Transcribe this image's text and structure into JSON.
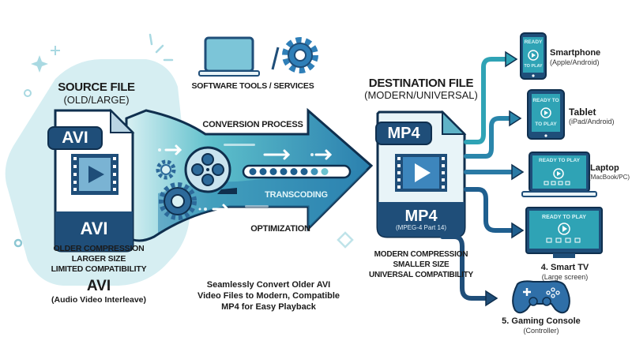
{
  "source": {
    "heading": "SOURCE FILE",
    "subheading": "(OLD/LARGE)",
    "badge_label": "AVI",
    "bottom_label": "AVI",
    "properties": [
      "OLDER COMPRESSION",
      "LARGER SIZE",
      "LIMITED COMPATIBILITY"
    ],
    "format_name": "AVI",
    "format_full": "(Audio Video Interleave)"
  },
  "tools": {
    "label": "SOFTWARE TOOLS / SERVICES",
    "separator": "/",
    "icons": [
      "laptop-icon",
      "gear-icon"
    ]
  },
  "process": {
    "title": "CONVERSION PROCESS",
    "step_transcoding": "TRANSCODING",
    "step_optimization": "OPTIMIZATION",
    "progress_dots_filled": 7,
    "progress_dots_total": 8
  },
  "tagline": {
    "line1": "Seamlessly Convert Older AVI",
    "line2": "Video Files to Modern, Compatible",
    "line3": "MP4 for Easy Playback"
  },
  "destination": {
    "heading": "DESTINATION FILE",
    "subheading": "(MODERN/UNIVERSAL)",
    "badge_label": "MP4",
    "bottom_label": "MP4",
    "bottom_sub": "(MPEG-4 Part 14)",
    "properties": [
      "MODERN COMPRESSION",
      "SMALLER SIZE",
      "UNIVERSAL COMPATIBILITY"
    ]
  },
  "devices": [
    {
      "name": "Smartphone",
      "sub": "(Apple/Android)",
      "screen_top": "READY",
      "screen_bottom": "TO PLAY"
    },
    {
      "name": "Tablet",
      "sub": "(iPad/Android)",
      "screen_top": "READY TO",
      "screen_bottom": "TO PLAY"
    },
    {
      "name": "Laptop",
      "sub": "(MacBook/PC)",
      "screen_top": "READY TO PLAY"
    },
    {
      "name": "4. Smart TV",
      "sub": "(Large screen)",
      "screen_top": "READY TO PLAY"
    },
    {
      "name": "5. Gaming Console",
      "sub": "(Controller)"
    }
  ],
  "colors": {
    "navy": "#1f4e79",
    "dark_outline": "#0f2f4e",
    "teal": "#2fa3b5",
    "light_teal_bg": "#d6eef2",
    "file_body": "#e8f4f8"
  }
}
